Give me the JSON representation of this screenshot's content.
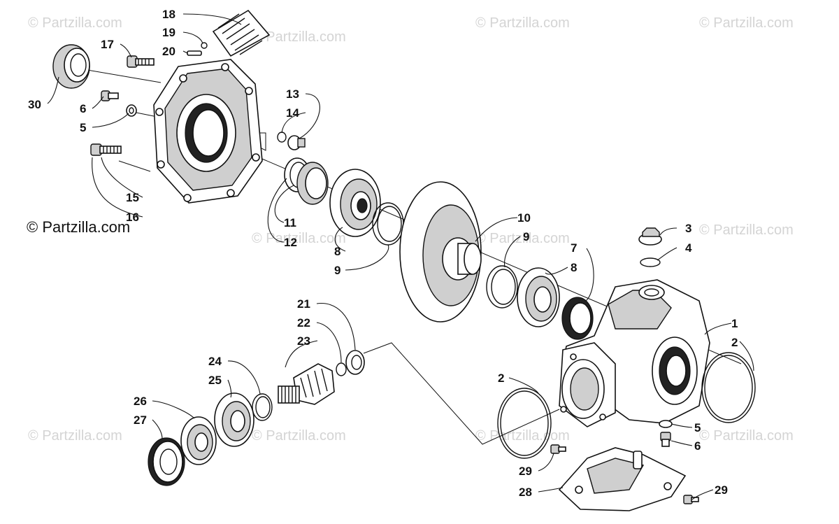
{
  "watermarks": {
    "text": "© Partzilla.com",
    "copyright": "© Partzilla.com"
  },
  "callouts": [
    {
      "id": "c1",
      "label": "1"
    },
    {
      "id": "c2a",
      "label": "2"
    },
    {
      "id": "c2b",
      "label": "2"
    },
    {
      "id": "c3",
      "label": "3"
    },
    {
      "id": "c4",
      "label": "4"
    },
    {
      "id": "c5a",
      "label": "5"
    },
    {
      "id": "c5b",
      "label": "5"
    },
    {
      "id": "c6a",
      "label": "6"
    },
    {
      "id": "c6b",
      "label": "6"
    },
    {
      "id": "c7",
      "label": "7"
    },
    {
      "id": "c8a",
      "label": "8"
    },
    {
      "id": "c8b",
      "label": "8"
    },
    {
      "id": "c9a",
      "label": "9"
    },
    {
      "id": "c9b",
      "label": "9"
    },
    {
      "id": "c10",
      "label": "10"
    },
    {
      "id": "c11",
      "label": "11"
    },
    {
      "id": "c12",
      "label": "12"
    },
    {
      "id": "c13",
      "label": "13"
    },
    {
      "id": "c14",
      "label": "14"
    },
    {
      "id": "c15",
      "label": "15"
    },
    {
      "id": "c16",
      "label": "16"
    },
    {
      "id": "c17",
      "label": "17"
    },
    {
      "id": "c18",
      "label": "18"
    },
    {
      "id": "c19",
      "label": "19"
    },
    {
      "id": "c20",
      "label": "20"
    },
    {
      "id": "c21",
      "label": "21"
    },
    {
      "id": "c22",
      "label": "22"
    },
    {
      "id": "c23",
      "label": "23"
    },
    {
      "id": "c24",
      "label": "24"
    },
    {
      "id": "c25",
      "label": "25"
    },
    {
      "id": "c26",
      "label": "26"
    },
    {
      "id": "c27",
      "label": "27"
    },
    {
      "id": "c28",
      "label": "28"
    },
    {
      "id": "c29a",
      "label": "29"
    },
    {
      "id": "c29b",
      "label": "29"
    },
    {
      "id": "c30",
      "label": "30"
    }
  ]
}
